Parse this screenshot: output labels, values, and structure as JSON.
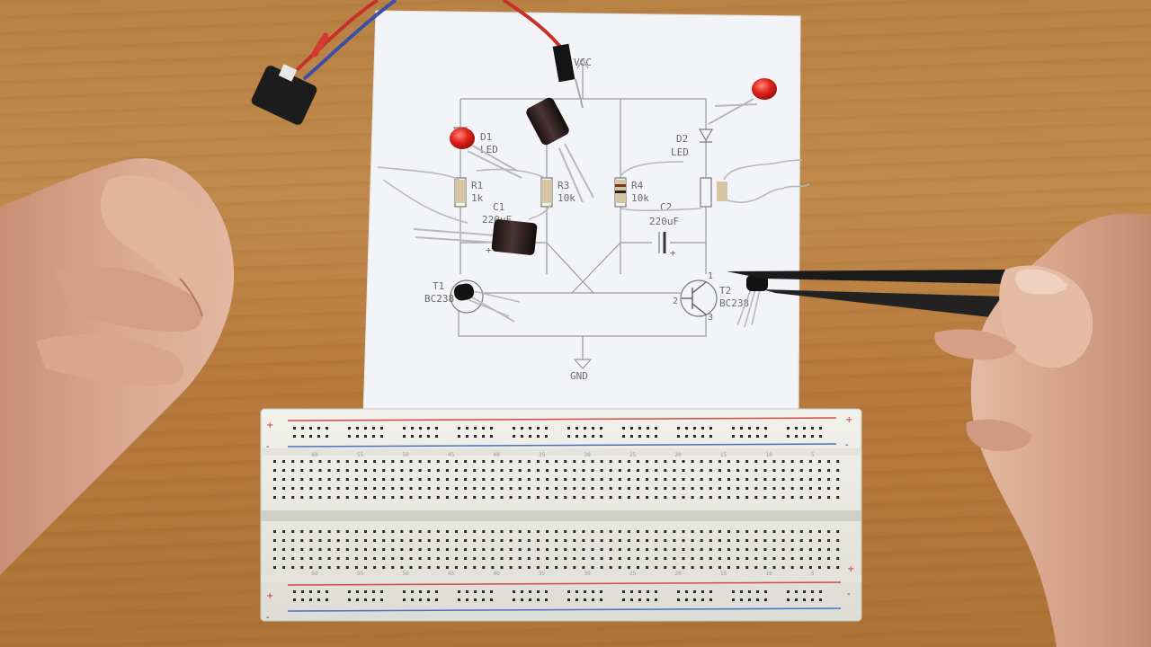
{
  "photo": {
    "subject": "breadboard-astable-multivibrator",
    "colors": {
      "paper": "#f3f4f7",
      "schematic_line": "#9a9a9a",
      "breadboard": "#ecebe6",
      "rail_red": "#d24a4a",
      "rail_blue": "#4a6fc2",
      "led_red": "#e02020",
      "capacitor": "#2a1c1c",
      "tweezers": "#1c1c1c",
      "skin": "#d9a48a"
    }
  },
  "schematic": {
    "vcc": "VCC",
    "gnd": "GND",
    "d1_ref": "D1",
    "d1_type": "LED",
    "d2_ref": "D2",
    "d2_type": "LED",
    "r1_ref": "R1",
    "r1_val": "1k",
    "r3_ref": "R3",
    "r3_val": "10k",
    "r4_ref": "R4",
    "r4_val": "10k",
    "c1_ref": "C1",
    "c1_val": "220uF",
    "c2_ref": "C2",
    "c2_val": "220uF",
    "t1_ref": "T1",
    "t1_part": "BC238",
    "t2_ref": "T2",
    "t2_part": "BC238",
    "c1_plus": "+",
    "c2_plus": "+",
    "pin1": "1",
    "pin2": "2",
    "pin3": "3"
  },
  "breadboard": {
    "plus": "+",
    "minus": "-",
    "col_numbers": [
      "5",
      "10",
      "15",
      "20",
      "25",
      "30",
      "35",
      "40",
      "45",
      "50",
      "55",
      "60"
    ]
  }
}
